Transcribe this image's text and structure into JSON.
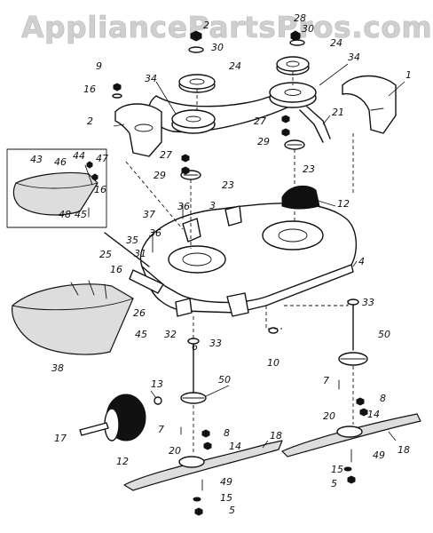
{
  "watermark": "AppliancePartsPros.com",
  "part_labels": [
    {
      "id": "lbl-28",
      "text": "28"
    },
    {
      "id": "lbl-30a",
      "text": "30"
    },
    {
      "id": "lbl-2top",
      "text": "2"
    },
    {
      "id": "lbl-30b",
      "text": "30"
    },
    {
      "id": "lbl-24a",
      "text": "24"
    },
    {
      "id": "lbl-24b",
      "text": "24"
    },
    {
      "id": "lbl-34a",
      "text": "34"
    },
    {
      "id": "lbl-34b",
      "text": "34"
    },
    {
      "id": "lbl-9",
      "text": "9"
    },
    {
      "id": "lbl-16a",
      "text": "16"
    },
    {
      "id": "lbl-1",
      "text": "1"
    },
    {
      "id": "lbl-2",
      "text": "2"
    },
    {
      "id": "lbl-27a",
      "text": "27"
    },
    {
      "id": "lbl-21",
      "text": "21"
    },
    {
      "id": "lbl-29a",
      "text": "29"
    },
    {
      "id": "lbl-27b",
      "text": "27"
    },
    {
      "id": "lbl-29b",
      "text": "29"
    },
    {
      "id": "lbl-23a",
      "text": "23"
    },
    {
      "id": "lbl-23b",
      "text": "23"
    },
    {
      "id": "lbl-43",
      "text": "43"
    },
    {
      "id": "lbl-46",
      "text": "46"
    },
    {
      "id": "lbl-44",
      "text": "44"
    },
    {
      "id": "lbl-47",
      "text": "47"
    },
    {
      "id": "lbl-16b",
      "text": "16"
    },
    {
      "id": "lbl-48",
      "text": "48"
    },
    {
      "id": "lbl-45a",
      "text": "45"
    },
    {
      "id": "lbl-12a",
      "text": "12"
    },
    {
      "id": "lbl-37",
      "text": "37"
    },
    {
      "id": "lbl-36a",
      "text": "36"
    },
    {
      "id": "lbl-3",
      "text": "3"
    },
    {
      "id": "lbl-35",
      "text": "35"
    },
    {
      "id": "lbl-36b",
      "text": "36"
    },
    {
      "id": "lbl-25",
      "text": "25"
    },
    {
      "id": "lbl-31",
      "text": "31"
    },
    {
      "id": "lbl-4",
      "text": "4"
    },
    {
      "id": "lbl-16c",
      "text": "16"
    },
    {
      "id": "lbl-33a",
      "text": "33"
    },
    {
      "id": "lbl-26",
      "text": "26"
    },
    {
      "id": "lbl-50a",
      "text": "50"
    },
    {
      "id": "lbl-32",
      "text": "32"
    },
    {
      "id": "lbl-45b",
      "text": "45"
    },
    {
      "id": "lbl-6",
      "text": "6"
    },
    {
      "id": "lbl-33b",
      "text": "33"
    },
    {
      "id": "lbl-10",
      "text": "10"
    },
    {
      "id": "lbl-38",
      "text": "38"
    },
    {
      "id": "lbl-7a",
      "text": "7"
    },
    {
      "id": "lbl-13",
      "text": "13"
    },
    {
      "id": "lbl-50b",
      "text": "50"
    },
    {
      "id": "lbl-8a",
      "text": "8"
    },
    {
      "id": "lbl-20a",
      "text": "20"
    },
    {
      "id": "lbl-14a",
      "text": "14"
    },
    {
      "id": "lbl-7b",
      "text": "7"
    },
    {
      "id": "lbl-17",
      "text": "17"
    },
    {
      "id": "lbl-8b",
      "text": "8"
    },
    {
      "id": "lbl-14b",
      "text": "14"
    },
    {
      "id": "lbl-18a",
      "text": "18"
    },
    {
      "id": "lbl-18b",
      "text": "18"
    },
    {
      "id": "lbl-12b",
      "text": "12"
    },
    {
      "id": "lbl-20b",
      "text": "20"
    },
    {
      "id": "lbl-15a",
      "text": "15"
    },
    {
      "id": "lbl-49a",
      "text": "49"
    },
    {
      "id": "lbl-5a",
      "text": "5"
    },
    {
      "id": "lbl-49b",
      "text": "49"
    },
    {
      "id": "lbl-15b",
      "text": "15"
    },
    {
      "id": "lbl-5b",
      "text": "5"
    }
  ]
}
